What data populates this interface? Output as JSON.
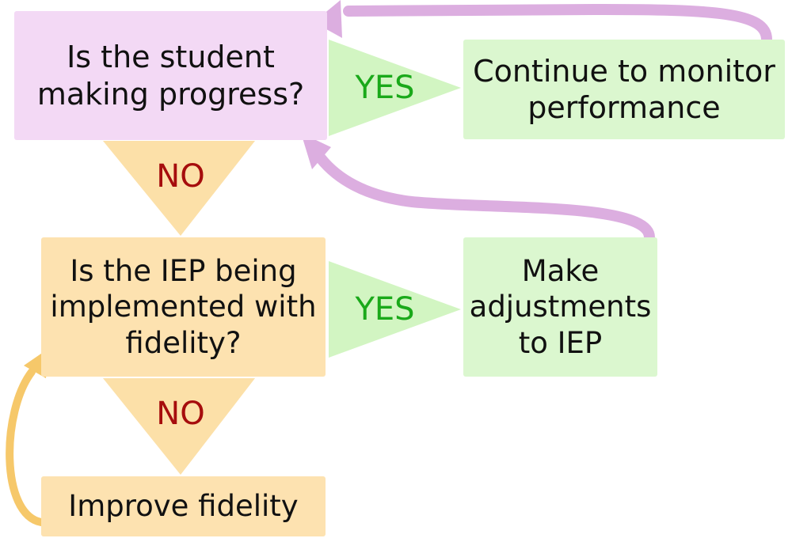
{
  "colors": {
    "question_box": "#f3d9f5",
    "check_box": "#fde2b0",
    "action_box": "#dbf7cf",
    "yes_arrow": "#d2f5c2",
    "no_arrow": "#fce0a8",
    "loop_purple": "#dcaee0",
    "loop_orange": "#f6c86a",
    "yes_text": "#1aa91a",
    "no_text": "#a60d0d"
  },
  "nodes": {
    "progress_question": "Is the student\nmaking progress?",
    "monitor_action": "Continue to monitor\nperformance",
    "fidelity_question": "Is the IEP being\nimplemented with\nfidelity?",
    "adjust_action": "Make\nadjustments\nto IEP",
    "improve_action": "Improve fidelity"
  },
  "edges": {
    "progress_yes": "YES",
    "progress_no": "NO",
    "fidelity_yes": "YES",
    "fidelity_no": "NO"
  }
}
